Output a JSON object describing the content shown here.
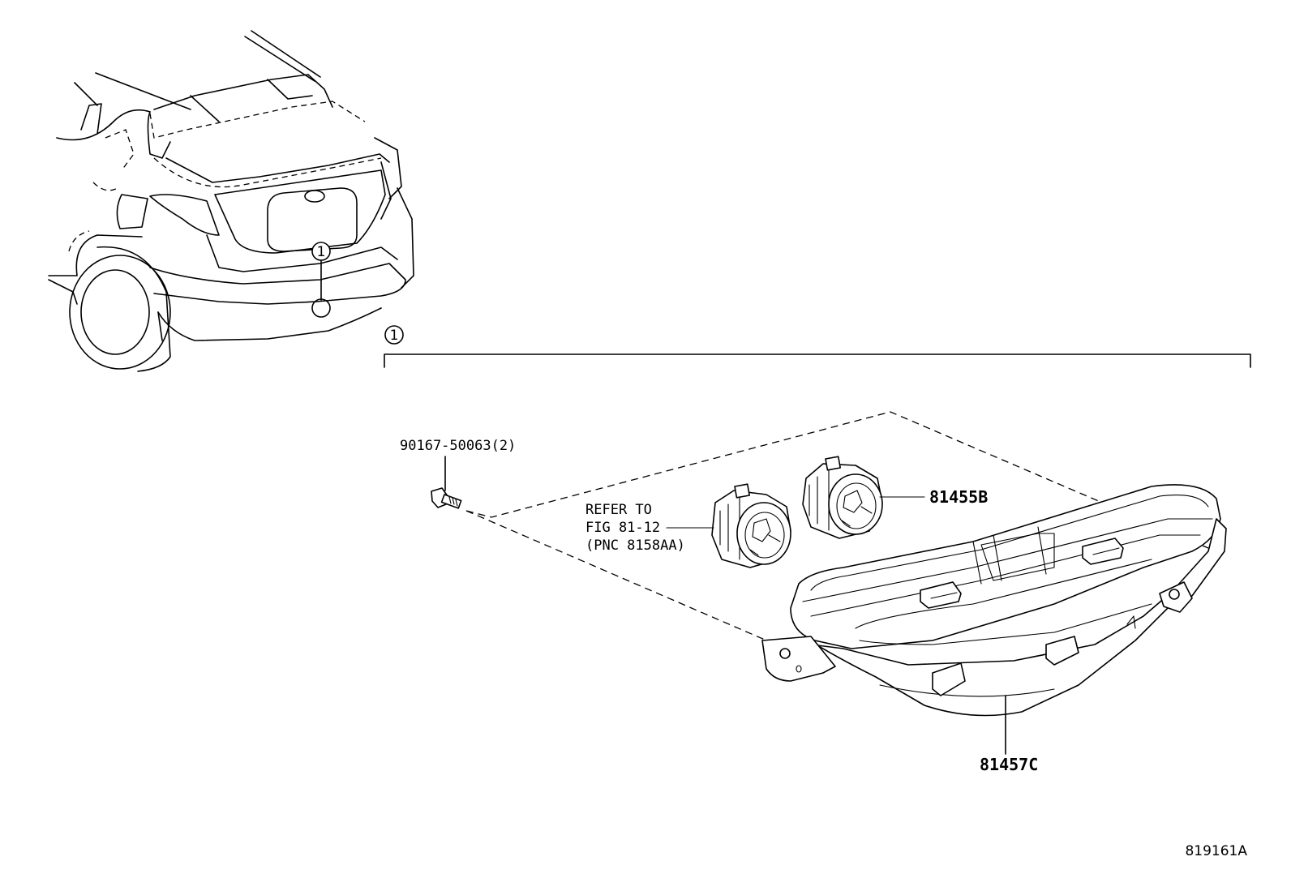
{
  "callouts": {
    "car_marker": "1",
    "assembly_marker": "1"
  },
  "parts": {
    "bolt": "90167-50063(2)",
    "bulb_note_line1": "REFER TO",
    "bulb_note_line2": "FIG 81-12",
    "bulb_note_line3": "(PNC 8158AA)",
    "socket": "81455B",
    "lamp": "81457C"
  },
  "figure_id": "819161A",
  "icons": [
    "car-rear-icon",
    "bolt-icon",
    "bulb-socket-icon",
    "lamp-housing-icon"
  ]
}
